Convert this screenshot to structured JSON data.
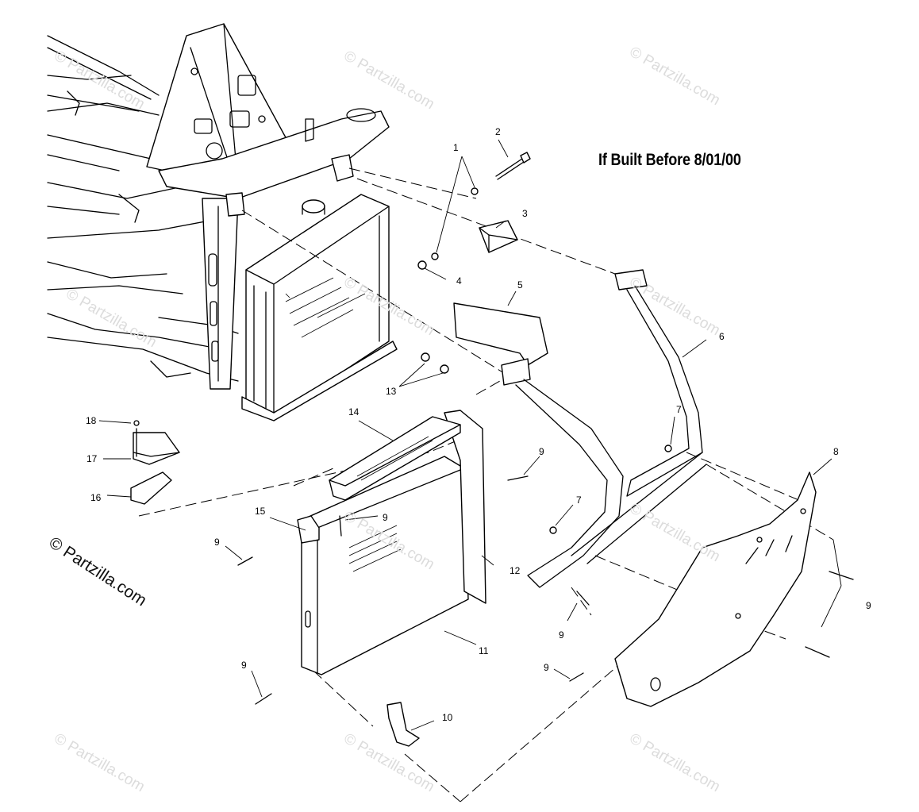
{
  "title": "If Built Before 8/01/00",
  "copyright": "© Partzilla.com",
  "watermark": "© Partzilla.com",
  "callouts": [
    {
      "id": "c1",
      "text": "1"
    },
    {
      "id": "c2",
      "text": "2"
    },
    {
      "id": "c3",
      "text": "3"
    },
    {
      "id": "c4",
      "text": "4"
    },
    {
      "id": "c5",
      "text": "5"
    },
    {
      "id": "c6",
      "text": "6"
    },
    {
      "id": "c7a",
      "text": "7"
    },
    {
      "id": "c7b",
      "text": "7"
    },
    {
      "id": "c8",
      "text": "8"
    },
    {
      "id": "c9a",
      "text": "9"
    },
    {
      "id": "c9b",
      "text": "9"
    },
    {
      "id": "c9c",
      "text": "9"
    },
    {
      "id": "c9d",
      "text": "9"
    },
    {
      "id": "c9e",
      "text": "9"
    },
    {
      "id": "c9f",
      "text": "9"
    },
    {
      "id": "c9g",
      "text": "9"
    },
    {
      "id": "c10",
      "text": "10"
    },
    {
      "id": "c11",
      "text": "11"
    },
    {
      "id": "c12",
      "text": "12"
    },
    {
      "id": "c13",
      "text": "13"
    },
    {
      "id": "c14",
      "text": "14"
    },
    {
      "id": "c15",
      "text": "15"
    },
    {
      "id": "c16",
      "text": "16"
    },
    {
      "id": "c17",
      "text": "17"
    },
    {
      "id": "c18",
      "text": "18"
    }
  ]
}
